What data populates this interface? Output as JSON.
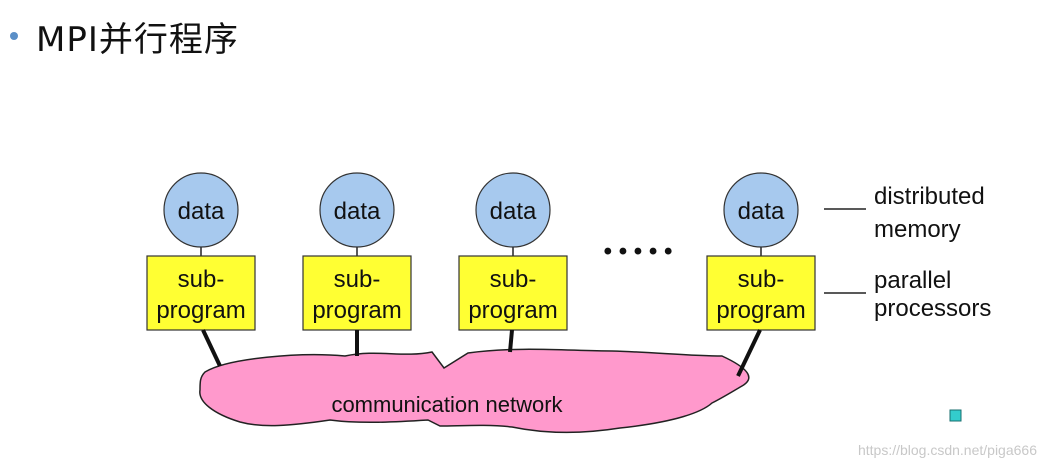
{
  "title": "MPI并行程序",
  "nodes": [
    {
      "data_label": "data",
      "program_line1": "sub-",
      "program_line2": "program"
    },
    {
      "data_label": "data",
      "program_line1": "sub-",
      "program_line2": "program"
    },
    {
      "data_label": "data",
      "program_line1": "sub-",
      "program_line2": "program"
    },
    {
      "data_label": "data",
      "program_line1": "sub-",
      "program_line2": "program"
    }
  ],
  "ellipsis": "• • • • •",
  "legend": {
    "memory_line1": "distributed",
    "memory_line2": "memory",
    "processors_line1": "parallel",
    "processors_line2": "processors"
  },
  "network_label": "communication network",
  "watermark": "https://blog.csdn.net/piga666",
  "colors": {
    "data_circle": "#a7c9ee",
    "program_box": "#ffff33",
    "network": "#ff99cc",
    "marker": "#33cccc"
  }
}
